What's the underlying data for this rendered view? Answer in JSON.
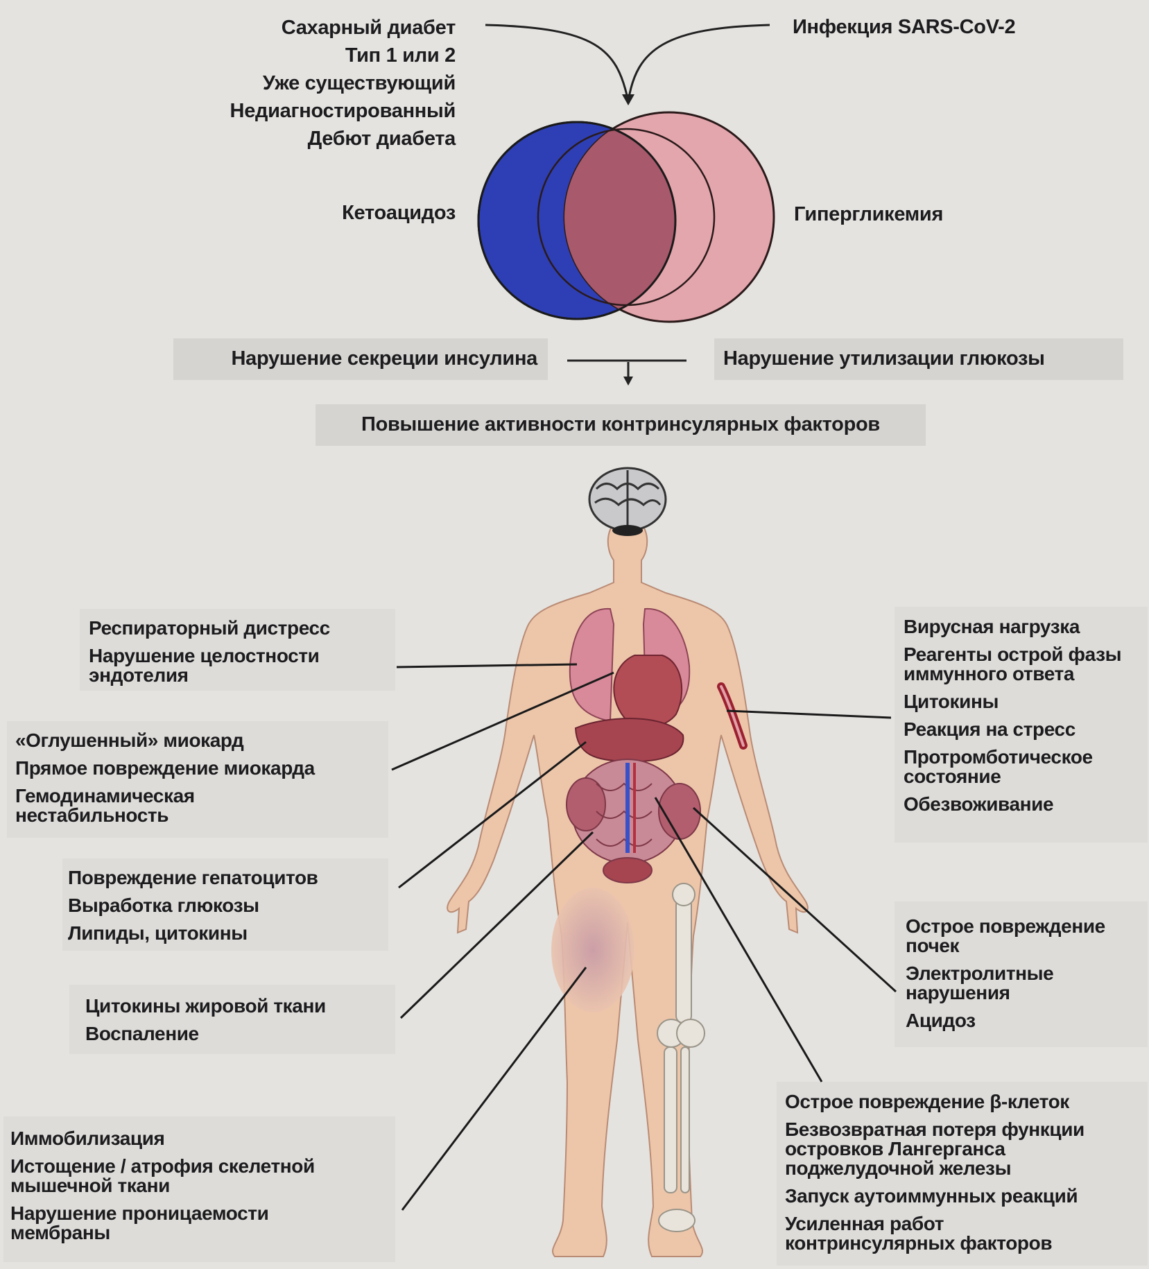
{
  "top": {
    "diabetes_lines": [
      "Сахарный диабет",
      "Тип 1 или 2",
      "Уже существующий",
      "Недиагностированный",
      "Дебют диабета"
    ],
    "infection": "Инфекция SARS-CoV-2",
    "ketoacidosis": "Кетоацидоз",
    "hyperglycemia": "Гипергликемия",
    "insulin_secretion": "Нарушение секреции инсулина",
    "glucose_utilization": "Нарушение утилизации глюкозы",
    "counter_insulin": "Повышение активности контринсулярных факторов"
  },
  "colors": {
    "blue_circle": "#2e3fb5",
    "pink_circle": "#e4a6ad",
    "overlap": "#a8596b",
    "background": "#e4e3e0",
    "skin": "#edc6aa"
  },
  "left_labels": {
    "lungs": {
      "l1": "Респираторный дистресс",
      "l2a": "Нарушение целостности",
      "l2b": "эндотелия"
    },
    "heart": {
      "l1": "«Оглушенный» миокард",
      "l2": "Прямое повреждение миокарда",
      "l3a": "Гемодинамическая",
      "l3b": "нестабильность"
    },
    "liver": {
      "l1": "Повреждение гепатоцитов",
      "l2": "Выработка глюкозы",
      "l3": "Липиды, цитокины"
    },
    "adipose": {
      "l1": "Цитокины жировой ткани",
      "l2": "Воспаление"
    },
    "muscle": {
      "l1": "Иммобилизация",
      "l2a": "Истощение / атрофия скелетной",
      "l2b": "мышечной ткани",
      "l3a": "Нарушение проницаемости",
      "l3b": "мембраны"
    }
  },
  "right_labels": {
    "blood": {
      "l1": "Вирусная нагрузка",
      "l2a": "Реагенты острой фазы",
      "l2b": "иммунного ответа",
      "l3": "Цитокины",
      "l4": "Реакция на стресс",
      "l5a": "Протромботическое",
      "l5b": "состояние",
      "l6": "Обезвоживание"
    },
    "kidney": {
      "l1a": "Острое повреждение",
      "l1b": "почек",
      "l2a": "Электролитные",
      "l2b": "нарушения",
      "l3": "Ацидоз"
    },
    "pancreas": {
      "l1": "Острое повреждение β-клеток",
      "l2a": "Безвозвратная потеря функции",
      "l2b": "островков Лангерганса",
      "l2c": "поджелудочной железы",
      "l3": "Запуск аутоиммунных реакций",
      "l4a": "Усиленная работ",
      "l4b": "контринсулярных факторов"
    }
  }
}
